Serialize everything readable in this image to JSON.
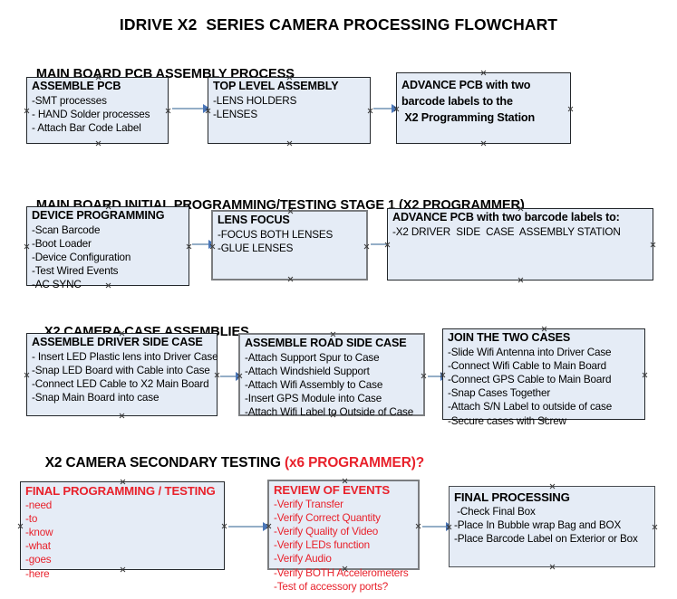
{
  "document": {
    "title": "IDRIVE X2  SERIES CAMERA PROCESSING FLOWCHART"
  },
  "colors": {
    "box_fill": "#e5ecf6",
    "box_border_dark": "#23272b",
    "box_border_gray": "#7b7d80",
    "arrow_shaft": "#94aec7",
    "arrow_head": "#4a76b8",
    "accent_red": "#e8212b",
    "text_black": "#000000"
  },
  "sections": [
    {
      "id": "main-board-pcb-assembly",
      "title": "MAIN BOARD PCB ASSEMBLY PROCESS",
      "title_accent": "",
      "boxes": [
        {
          "id": "assemble-pcb",
          "heading": "ASSEMBLE PCB",
          "lines": [
            "-SMT processes",
            "- HAND Solder processes",
            "- Attach Bar Code Label"
          ]
        },
        {
          "id": "top-level-assembly",
          "heading": "TOP LEVEL ASSEMBLY",
          "lines": [
            "-LENS HOLDERS",
            "-LENSES"
          ]
        },
        {
          "id": "advance-pcb-programming-station",
          "heading": "ADVANCE PCB with two",
          "lines": [
            "barcode labels to the",
            " X2 Programming Station"
          ]
        }
      ]
    },
    {
      "id": "main-board-initial-programming",
      "title": "MAIN BOARD INITIAL PROGRAMMING/TESTING STAGE 1 (X2 PROGRAMMER)",
      "title_accent": "",
      "boxes": [
        {
          "id": "device-programming",
          "heading": "DEVICE PROGRAMMING",
          "lines": [
            "-Scan Barcode",
            "-Boot Loader",
            "-Device Configuration",
            "-Test Wired Events",
            "-AC SYNC"
          ]
        },
        {
          "id": "lens-focus",
          "heading": "LENS FOCUS",
          "lines": [
            "-FOCUS BOTH LENSES",
            "-GLUE LENSES"
          ]
        },
        {
          "id": "advance-pcb-driver-side-station",
          "heading": "ADVANCE PCB with two barcode labels to:",
          "lines": [
            "-X2 DRIVER  SIDE  CASE  ASSEMBLY STATION"
          ]
        }
      ]
    },
    {
      "id": "x2-camera-case-assemblies",
      "title": "X2 CAMERA CASE ASSEMBLIES",
      "title_accent": "",
      "boxes": [
        {
          "id": "assemble-driver-side-case",
          "heading": "ASSEMBLE DRIVER SIDE CASE",
          "lines": [
            "- Insert LED Plastic lens into Driver Case",
            "-Snap LED Board with Cable into Case",
            "-Connect LED Cable to X2 Main Board",
            "-Snap Main Board into case"
          ]
        },
        {
          "id": "assemble-road-side-case",
          "heading": "ASSEMBLE ROAD SIDE CASE",
          "lines": [
            "-Attach Support Spur to Case",
            "-Attach Windshield Support",
            "-Attach Wifi Assembly to Case",
            "-Insert GPS Module into Case",
            "-Attach Wifi Label to Outside of Case"
          ]
        },
        {
          "id": "join-the-two-cases",
          "heading": "JOIN THE TWO CASES",
          "lines": [
            "-Slide Wifi Antenna into Driver Case",
            "-Connect Wifi Cable to Main Board",
            "-Connect GPS Cable to Main Board",
            "-Snap Cases Together",
            "-Attach S/N Label to outside of case",
            "-Secure cases with Screw"
          ]
        }
      ]
    },
    {
      "id": "x2-camera-secondary-testing",
      "title": "X2 CAMERA SECONDARY TESTING ",
      "title_accent": "(x6 PROGRAMMER)?",
      "boxes": [
        {
          "id": "final-programming-testing",
          "heading": "FINAL PROGRAMMING / TESTING",
          "lines": [
            "-need",
            "-to",
            "-know",
            "-what",
            "-goes",
            "-here"
          ]
        },
        {
          "id": "review-of-events",
          "heading": "REVIEW OF EVENTS",
          "lines": [
            "-Verify Transfer",
            "-Verify Correct Quantity",
            "-Verify Quality of Video",
            "-Verify LEDs function",
            "-Verify Audio",
            "-Verify BOTH Accelerometers"
          ],
          "overflow_line": "-Test of accessory ports?"
        },
        {
          "id": "final-processing",
          "heading": "FINAL PROCESSING",
          "lines": [
            " -Check Final Box",
            "-Place In Bubble wrap Bag and BOX",
            "-Place Barcode Label on Exterior or Box"
          ]
        }
      ]
    }
  ]
}
